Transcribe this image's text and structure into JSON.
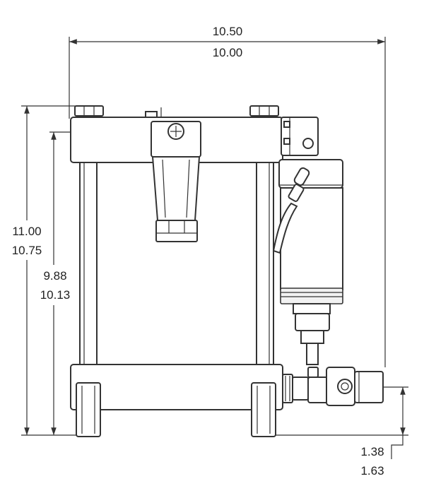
{
  "dimensions": {
    "width_top": "10.50",
    "width_bottom": "10.00",
    "height_outer_top": "11.00",
    "height_outer_bottom": "10.75",
    "height_inner_top": "9.88",
    "height_inner_bottom": "10.13",
    "outlet_top": "1.38",
    "outlet_bottom": "1.63"
  }
}
